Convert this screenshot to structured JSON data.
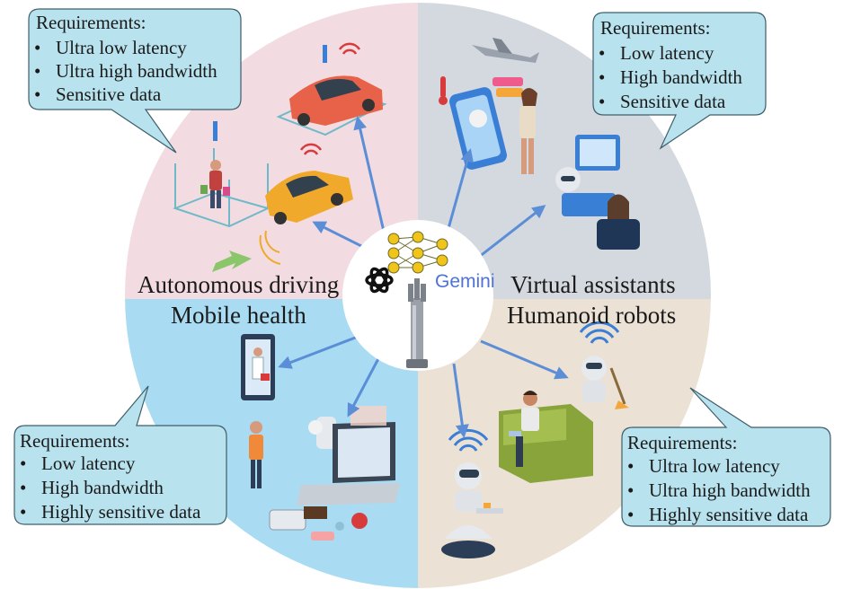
{
  "quadrants": [
    {
      "id": "tl",
      "label": "Autonomous driving",
      "color": "#f2dce1"
    },
    {
      "id": "tr",
      "label": "Virtual assistants",
      "color": "#d4d8df"
    },
    {
      "id": "bl",
      "label": "Mobile health",
      "color": "#a9dcf2"
    },
    {
      "id": "br",
      "label": "Humanoid robots",
      "color": "#ebe1d4"
    }
  ],
  "center": {
    "brand": "Gemini"
  },
  "callouts": {
    "tl": {
      "title": "Requirements:",
      "items": [
        "Ultra low latency",
        "Ultra high bandwidth",
        "Sensitive data"
      ]
    },
    "tr": {
      "title": "Requirements:",
      "items": [
        "Low latency",
        "High bandwidth",
        "Sensitive data"
      ]
    },
    "bl": {
      "title": "Requirements:",
      "items": [
        "Low latency",
        "High bandwidth",
        "Highly sensitive data"
      ]
    },
    "br": {
      "title": "Requirements:",
      "items": [
        "Ultra low latency",
        "Ultra high bandwidth",
        "Highly sensitive data"
      ]
    }
  },
  "colors": {
    "callout_fill": "#b7e2ee",
    "callout_stroke": "#3e5e6a",
    "arrow": "#5b8ed6"
  },
  "icons": [
    "car-icon",
    "pedestrian-icon",
    "wifi-icon",
    "airplane-icon",
    "thermometer-icon",
    "phone-robot-icon",
    "woman-icon",
    "desk-robot-icon",
    "neural-network-icon",
    "openai-logo-icon",
    "cell-tower-icon",
    "tablet-doctor-icon",
    "doctor-icon",
    "laptop-icon",
    "medical-devices-icon",
    "sofa-person-icon",
    "cleaning-robot-icon",
    "service-robot-icon"
  ]
}
